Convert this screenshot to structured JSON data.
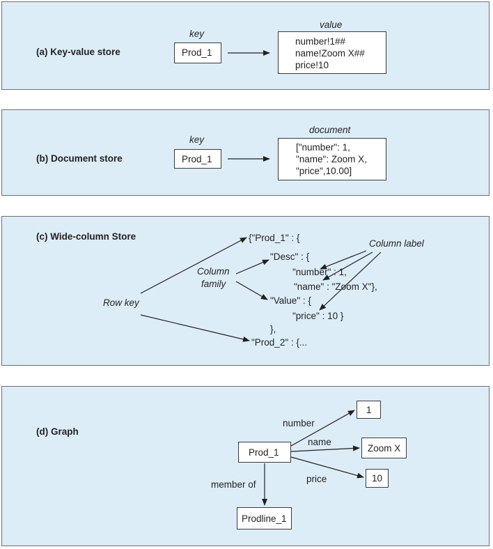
{
  "panel_a": {
    "title": "(a) Key-value store",
    "key_label": "key",
    "key": "Prod_1",
    "value_label": "value",
    "value_lines": [
      "number!1##",
      "name!Zoom X##",
      "price!10"
    ]
  },
  "panel_b": {
    "title": "(b) Document store",
    "key_label": "key",
    "key": "Prod_1",
    "doc_label": "document",
    "doc_lines": [
      "[\"number\": 1,",
      "\"name\": Zoom X,",
      "\"price\",10.00]"
    ]
  },
  "panel_c": {
    "title": "(c) Wide-column Store",
    "row_key_label": "Row key",
    "column_family_label": [
      "Column",
      "family"
    ],
    "column_label": "Column label",
    "lines": [
      "{\"Prod_1\" : {",
      "\"Desc\" : {",
      "\"number\" : 1,",
      "\"name\" : \"Zoom X\"},",
      "\"Value\" : {",
      "\"price\" : 10 }",
      "},",
      "\"Prod_2\" : {..."
    ]
  },
  "panel_d": {
    "title": "(d) Graph",
    "center_node": "Prod_1",
    "nodes": [
      "1",
      "Zoom X",
      "10",
      "Prodline_1"
    ],
    "edges": [
      "number",
      "name",
      "price",
      "member of"
    ]
  }
}
